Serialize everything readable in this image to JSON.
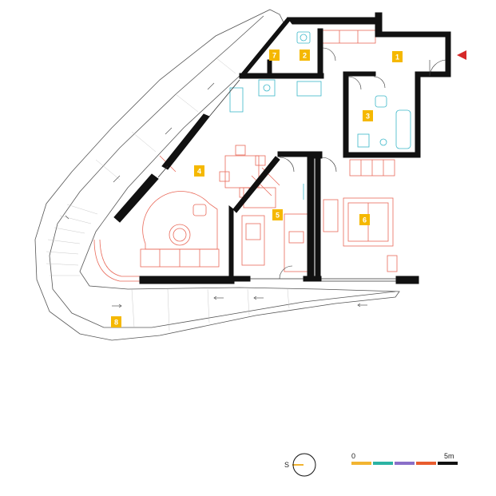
{
  "rooms": [
    {
      "id": "1",
      "label": "1"
    },
    {
      "id": "2",
      "label": "2"
    },
    {
      "id": "3",
      "label": "3"
    },
    {
      "id": "4",
      "label": "4"
    },
    {
      "id": "5",
      "label": "5"
    },
    {
      "id": "6",
      "label": "6"
    },
    {
      "id": "7",
      "label": "7"
    },
    {
      "id": "8",
      "label": "8"
    }
  ],
  "compass": {
    "label": "S"
  },
  "scale_bar": {
    "start_label": "0",
    "end_label": "5m",
    "segment_colors": [
      "#f2b431",
      "#2bb3a3",
      "#8a6fc8",
      "#e85c2e",
      "#111111"
    ]
  },
  "colors": {
    "wall": "#111111",
    "furniture": "#e96a5a",
    "fixtures": "#3bb7c9",
    "label_bg": "#f5b800",
    "entrance_arrow": "#d62828"
  }
}
